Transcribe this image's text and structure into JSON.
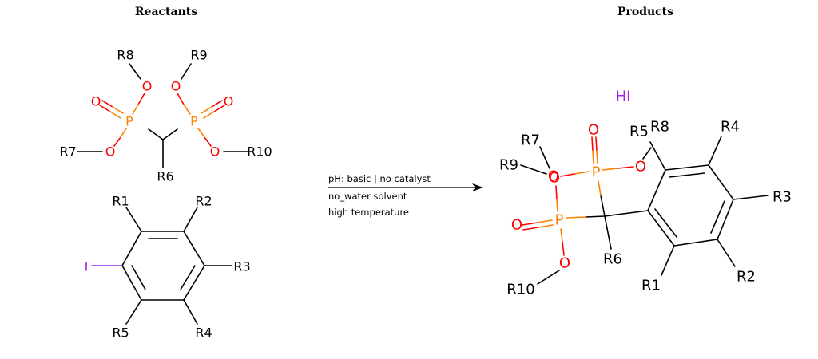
{
  "headings": {
    "reactants": "Reactants",
    "products": "Products"
  },
  "conditions": [
    "pH: basic | no catalyst",
    "no_water solvent",
    "high temperature"
  ],
  "colors": {
    "oxygen": "#ff0000",
    "phosphorus": "#ff8000",
    "iodine": "#a020f0",
    "bond": "#000000"
  },
  "reactant_1": {
    "labels": {
      "r8": "R8",
      "r9": "R9",
      "r7": "R7",
      "r10": "R10",
      "r6": "R6",
      "o": "O",
      "p": "P"
    }
  },
  "reactant_2": {
    "labels": {
      "r1": "R1",
      "r2": "R2",
      "r3": "R3",
      "r4": "R4",
      "r5": "R5",
      "i": "I"
    }
  },
  "product_1": {
    "labels": {
      "r7": "R7",
      "r9": "R9",
      "r5": "R5",
      "r8": "R8",
      "r4": "R4",
      "r3": "R3",
      "r2": "R2",
      "r1": "R1",
      "r6": "R6",
      "r10": "R10",
      "o": "O",
      "p": "P"
    }
  },
  "product_2": {
    "labels": {
      "hi": "HI"
    }
  }
}
